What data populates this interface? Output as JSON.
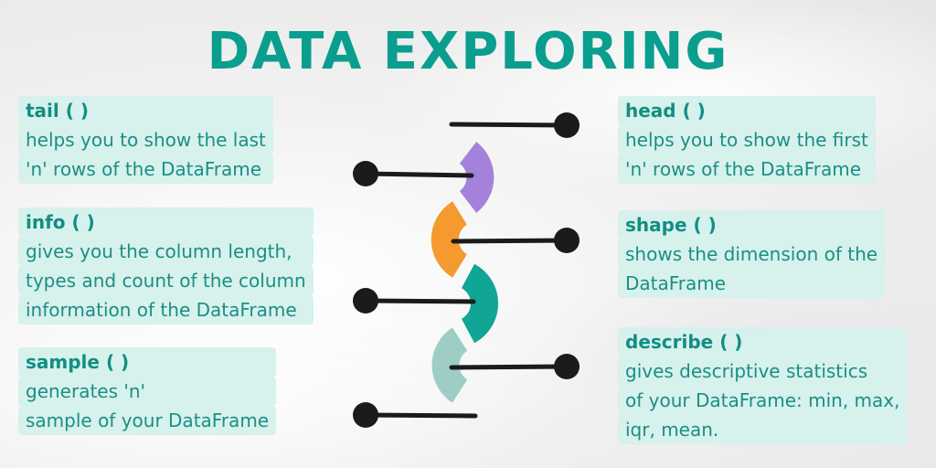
{
  "title": "DATA EXPLORING",
  "colors": {
    "title": "#0a9e8f",
    "text": "#1a8f86",
    "highlight": "#d7f1ec",
    "arc_purple": "#a482db",
    "arc_orange": "#f59a2f",
    "arc_teal": "#10a595",
    "arc_light_teal": "#9ecdc5",
    "connector": "#1b1b1b"
  },
  "left": [
    {
      "name": "tail ( )",
      "lines": [
        "helps you to show the last",
        "'n' rows of the DataFrame"
      ]
    },
    {
      "name": "info ( )",
      "lines": [
        "gives you the column length,",
        "types and count of the column",
        "information of the DataFrame"
      ]
    },
    {
      "name": "sample ( )",
      "lines": [
        "generates 'n'",
        "sample of your DataFrame"
      ]
    }
  ],
  "right": [
    {
      "name": "head ( )",
      "lines": [
        "helps you to show the first",
        "'n' rows of the DataFrame"
      ]
    },
    {
      "name": "shape ( )",
      "lines": [
        "shows the dimension of the",
        "DataFrame"
      ]
    },
    {
      "name": "describe ( )",
      "lines": [
        "gives descriptive statistics",
        "of your DataFrame: min, max,",
        "iqr, mean."
      ]
    }
  ]
}
